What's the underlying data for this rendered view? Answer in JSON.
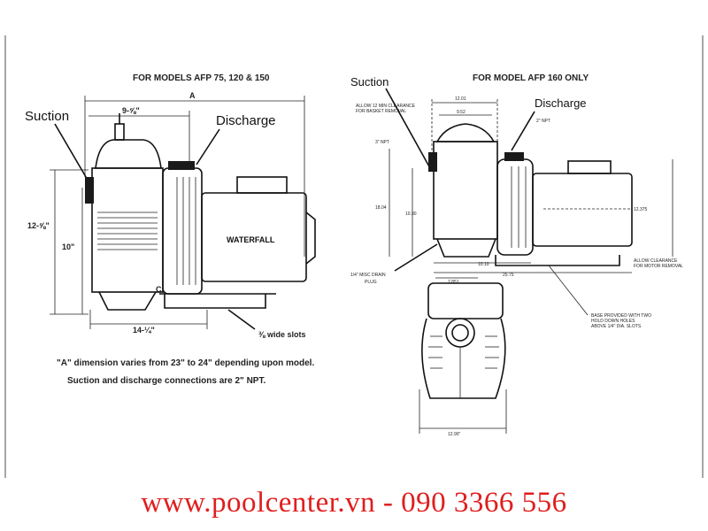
{
  "left_diagram": {
    "title": "FOR MODELS AFP 75, 120 & 150",
    "labels": {
      "suction": "Suction",
      "discharge": "Discharge",
      "brand": "WATERFALL",
      "slots": "⅜ wide slots"
    },
    "dimensions": {
      "a": "A",
      "width_top": "9-⅝\"",
      "height_total": "12-⅝\"",
      "height_inner": "10\"",
      "base_length": "14-¼\"",
      "c": "C"
    },
    "notes": [
      "\"A\" dimension varies from 23\" to 24\" depending upon model.",
      "Suction and discharge connections are 2\" NPT."
    ]
  },
  "right_diagram": {
    "title": "FOR MODEL AFP 160 ONLY",
    "labels": {
      "suction": "Suction",
      "discharge": "Discharge",
      "suction_npt": "3\" NPT",
      "discharge_npt": "2\" NPT",
      "drain_plug_1": "1/4\" MISC DRAIN",
      "drain_plug_2": "PLUG",
      "clearance_1": "ALLOW 12 MIN CLEARANCE",
      "clearance_2": "FOR BASKET REMOVAL",
      "base_1": "BASE PROVIDED WITH TWO",
      "base_2": "HOLD DOWN HOLES",
      "base_3": "ABOVE 1/4\" DIA. SLOTS",
      "motor_1": "ALLOW CLEARANCE",
      "motor_2": "FOR MOTOR REMOVAL"
    },
    "dimensions": {
      "top_a": "12.01",
      "top_b": "9.52",
      "height_a": "18.04",
      "height_b": "10.30",
      "base_a": "10.10",
      "base_b": "25.75",
      "motor_height": "12.375",
      "front_top": "7.851",
      "front_bottom": "12.90\""
    }
  },
  "footer": {
    "text": "www.poolcenter.vn - 090 3366 556"
  }
}
